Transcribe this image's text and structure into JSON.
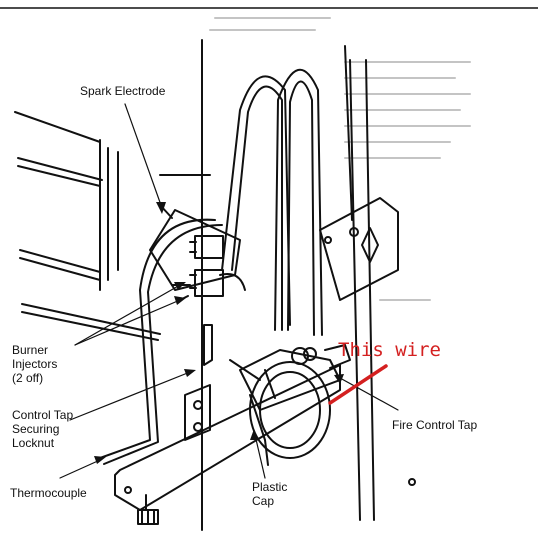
{
  "labels": {
    "spark_electrode": "Spark Electrode",
    "burner_injectors_1": "Burner",
    "burner_injectors_2": "Injectors",
    "burner_injectors_3": "(2 off)",
    "control_tap_1": "Control Tap",
    "control_tap_2": "Securing",
    "control_tap_3": "Locknut",
    "thermocouple": "Thermocouple",
    "plastic_cap_1": "Plastic",
    "plastic_cap_2": "Cap",
    "fire_control_tap": "Fire Control Tap"
  },
  "annotation": {
    "text": "This wire",
    "color": "#d42020"
  },
  "colors": {
    "line": "#111111",
    "faint_text": "#b8b8b8"
  }
}
